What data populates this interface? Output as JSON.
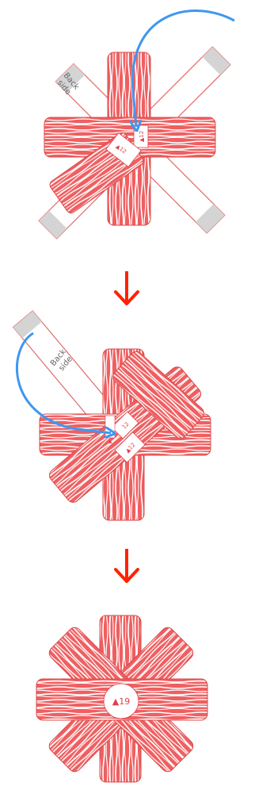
{
  "colors": {
    "ribbon": "#ef5f61",
    "ribbon_stripe": "#ffffff",
    "ribbon_outline": "#d94848",
    "strip_outline": "#e06a6a",
    "strip_cap": "#d4d4d4",
    "arrow_blue": "#3f97f0",
    "arrow_red": "#ff2200",
    "label_red": "#e0404a"
  },
  "steps": [
    {
      "strip_text_line1": "Back",
      "strip_text_line2": "side",
      "tab_top": "▲12",
      "tab_bottom": "▲12"
    },
    {
      "strip_text_line1": "Back",
      "strip_text_line2": "side",
      "tab_top": "12",
      "tab_mid": "▲",
      "tab_bottom": "▲12"
    },
    {
      "center_label": "▲19"
    }
  ],
  "icons": [
    "curved-arrow-icon",
    "down-arrow-icon"
  ]
}
